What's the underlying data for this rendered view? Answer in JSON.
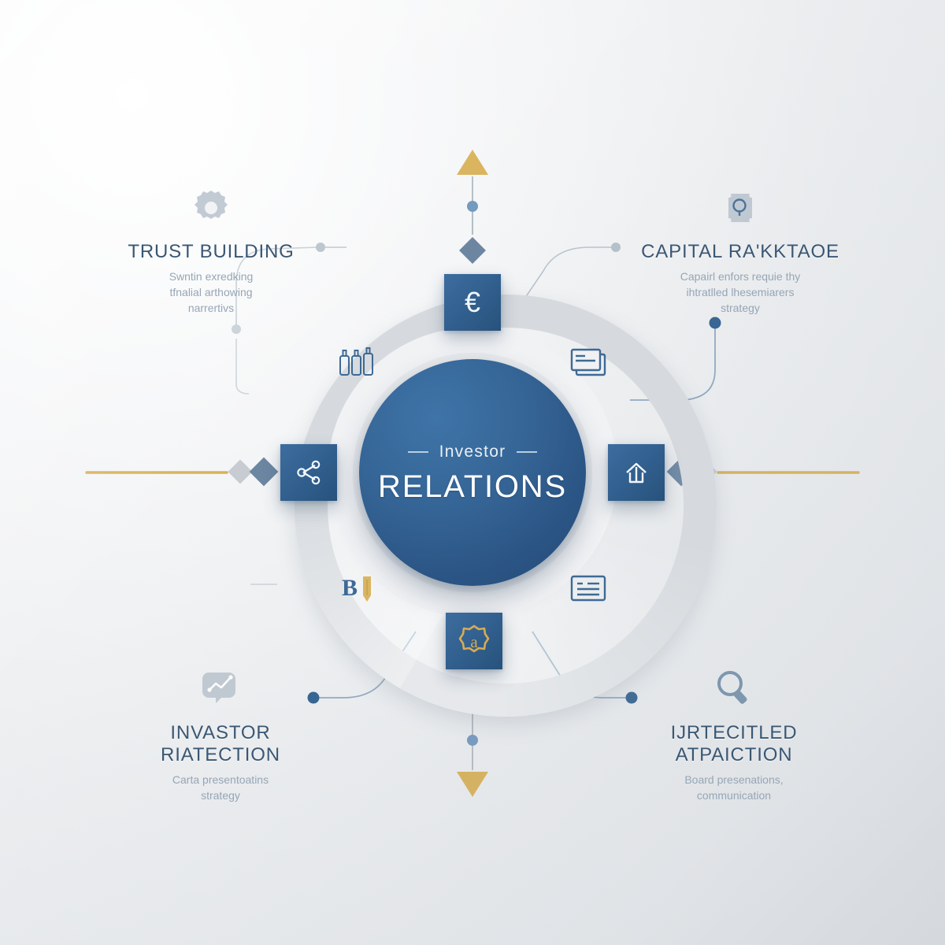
{
  "meta": {
    "kind": "radial-infographic",
    "background_light": "#f6f7f8",
    "background_dark": "#e4e7ea",
    "accent_blue": "#2f5f8e",
    "accent_gold": "#d8b055",
    "ring_gray": "#d6dade",
    "label_title_color": "#3a5773",
    "label_sub_color": "#96a6b5"
  },
  "center": {
    "eyebrow": "Investor",
    "title": "RELATIONS"
  },
  "quadrants": [
    {
      "position": "top-left",
      "icon": "gear-icon",
      "title": "TRUST BUILDING",
      "subtitle_lines": [
        "Swntin exredking",
        "tfnalial arthowing",
        "narrertivs"
      ]
    },
    {
      "position": "top-right",
      "icon": "badge-search-icon",
      "title": "CAPITAL RA'KKTAOE",
      "subtitle_lines": [
        "Capairl enfors requie thy",
        "ihtratlled lhesemiarers",
        "strategy"
      ]
    },
    {
      "position": "bottom-left",
      "icon": "chart-bubble-icon",
      "title_lines": [
        "INVASTOR",
        "RIATECTION"
      ],
      "subtitle_lines": [
        "Carta presentoatins",
        "strategy"
      ]
    },
    {
      "position": "bottom-right",
      "icon": "magnifier-icon",
      "title_lines": [
        "IJRTECITLED",
        "ATPAICTION"
      ],
      "subtitle_lines": [
        "Board presenations,",
        "communication"
      ]
    }
  ],
  "satellites": [
    {
      "position": "top",
      "icon": "euro-icon",
      "glyph": "€",
      "color": "#f2f7fb"
    },
    {
      "position": "left",
      "icon": "share-nodes-icon",
      "glyph": "",
      "color": "#f2f7fb"
    },
    {
      "position": "right",
      "icon": "upload-icon",
      "glyph": "",
      "color": "#f2f7fb"
    },
    {
      "position": "bottom",
      "icon": "at-seal-icon",
      "glyph": "@",
      "color": "#d6ab55"
    }
  ],
  "ring_icons": [
    {
      "position": "upper-left",
      "icon": "bottles-icon"
    },
    {
      "position": "upper-right",
      "icon": "stacked-cards-icon"
    },
    {
      "position": "lower-left",
      "icon": "b-pencil-icon"
    },
    {
      "position": "lower-right",
      "icon": "document-lines-icon"
    }
  ],
  "connectors": {
    "top_marker": "triangle-up-gold",
    "bottom_marker": "triangle-down-gold",
    "left_rule": "gold-horizontal-rule",
    "right_rule": "gold-horizontal-rule",
    "node_dot_color": "#6f97bd",
    "diamond_gray": "#c7ccd2",
    "diamond_blue": "#6c86a2"
  }
}
